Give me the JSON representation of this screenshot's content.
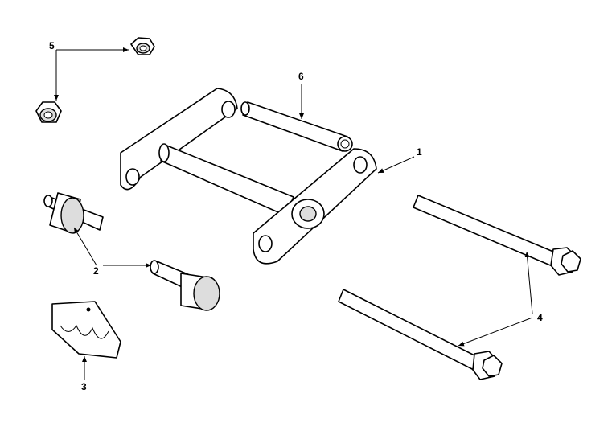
{
  "callouts": [
    {
      "number": "1",
      "part": "shackle-plate"
    },
    {
      "number": "2",
      "part": "bushing"
    },
    {
      "number": "3",
      "part": "insulator"
    },
    {
      "number": "4",
      "part": "bolt"
    },
    {
      "number": "5",
      "part": "nut"
    },
    {
      "number": "6",
      "part": "shackle-pin"
    }
  ]
}
